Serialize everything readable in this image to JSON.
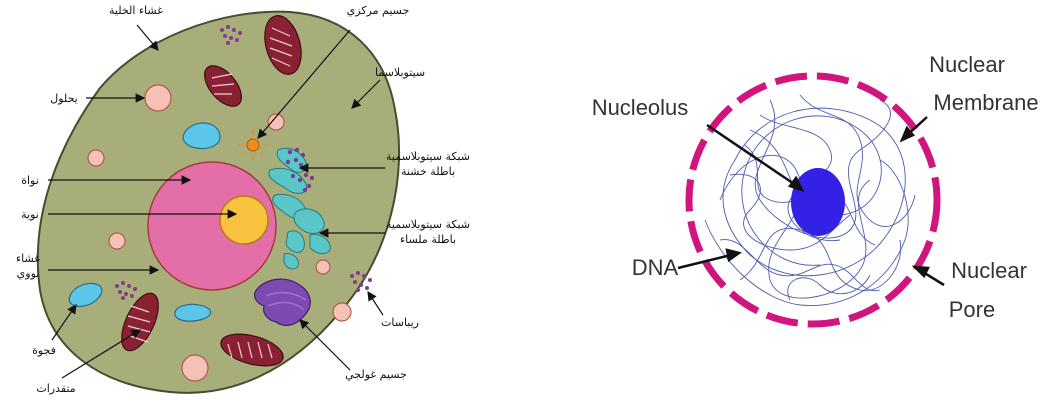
{
  "cell_diagram": {
    "labels": {
      "cell_membrane": "غشاء الخلية",
      "centrosome": "جسيم مركزي",
      "cytoplasm": "سيتوبلاسما",
      "lysosome": "يحلول",
      "rough_er_line1": "شبكة سيتوبلاسمية",
      "rough_er_line2": "باطلة خشنة",
      "nucleus": "نواة",
      "nucleolus": "نوية",
      "smooth_er_line1": "شبكة سيتوبلاسمية",
      "smooth_er_line2": "باطلة ملساء",
      "nuclear_envelope_line1": "غشاء",
      "nuclear_envelope_line2": "نووي",
      "vacuole": "فجوة",
      "ribosomes": "ريباسات",
      "golgi": "جسيم غولجي",
      "mitochondria": "متقدرات"
    },
    "colors": {
      "cytoplasm": "#a8ae7a",
      "nucleus": "#e46fa8",
      "nucleolus": "#f9c23f",
      "mitochondria": "#8a2133",
      "vacuole": "#5bc6e8",
      "lysosome": "#f6c2b7",
      "golgi": "#7b4bb0",
      "er": "#5bc6c8",
      "ribosome": "#8a3a8a"
    }
  },
  "nucleus_diagram": {
    "labels": {
      "nucleolus": "Nucleolus",
      "nuclear_membrane_line1": "Nuclear",
      "nuclear_membrane_line2": "Membrane",
      "dna": "DNA",
      "nuclear_pore_line1": "Nuclear",
      "nuclear_pore_line2": "Pore"
    },
    "colors": {
      "membrane": "#d1147e",
      "nucleolus": "#3322e6",
      "dna": "#3a4aa8"
    }
  }
}
